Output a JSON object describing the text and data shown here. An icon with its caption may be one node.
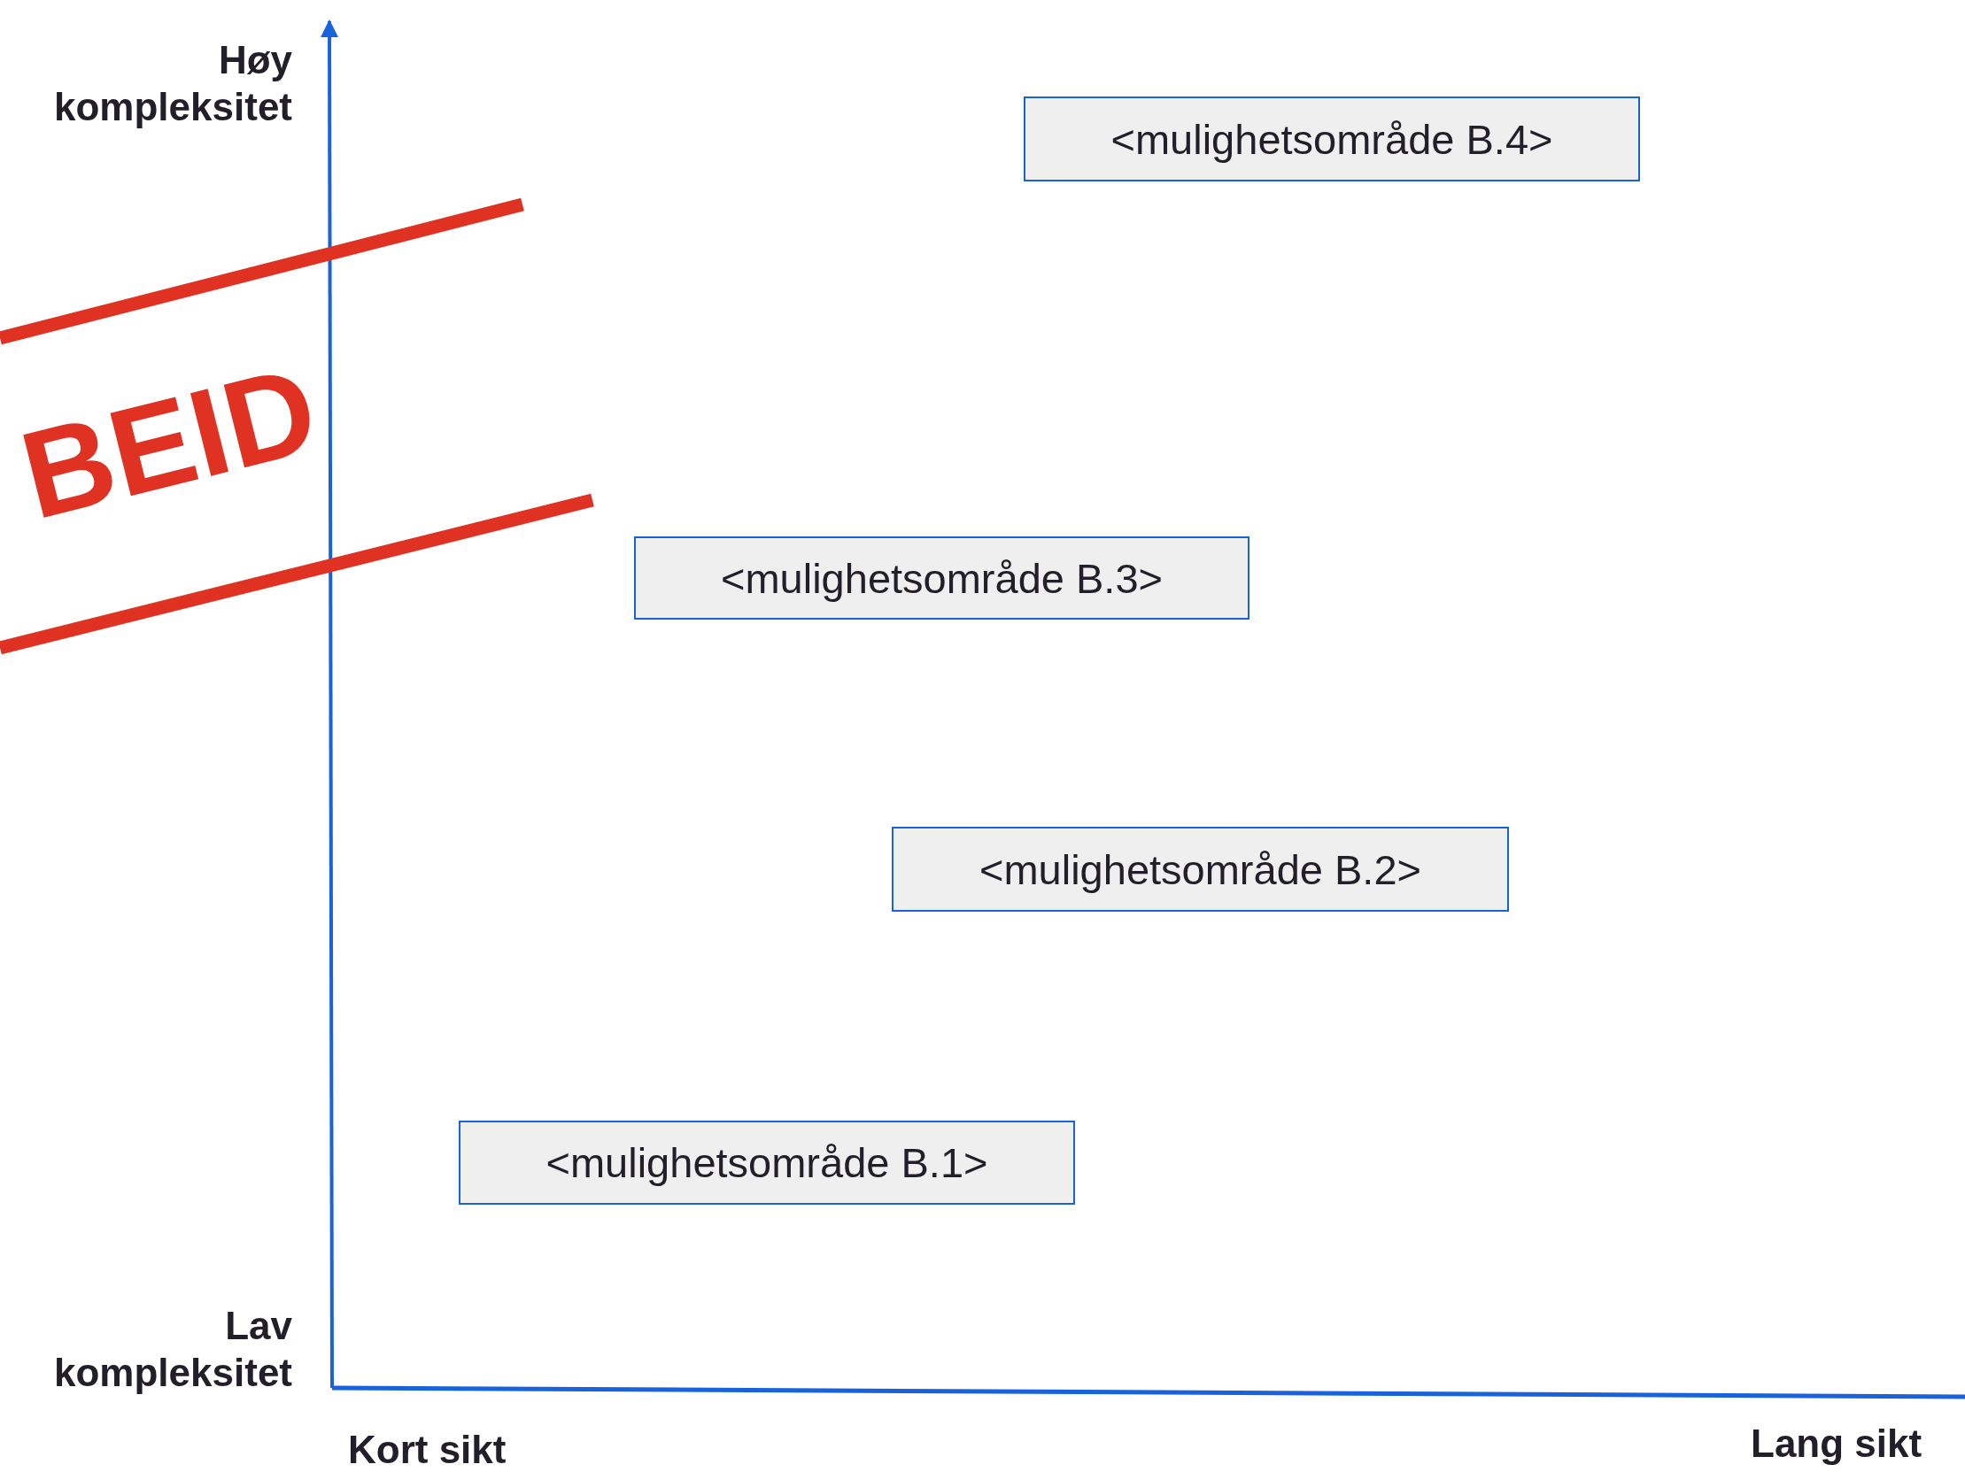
{
  "diagram": {
    "nodes": [
      {
        "text": [
          "<mulighetsområde B.4>"
        ]
      },
      {
        "text": [
          "<mulighetsområde B.3>"
        ]
      },
      {
        "text": [
          "<mulighetsområde B.2>"
        ]
      },
      {
        "text": [
          "<mulighetsområde B.1>"
        ]
      }
    ],
    "labels": [
      "Høy kompleksitet",
      "BEID",
      "Lav kompleksitet",
      "Kort sikt",
      "Lang sikt"
    ]
  }
}
